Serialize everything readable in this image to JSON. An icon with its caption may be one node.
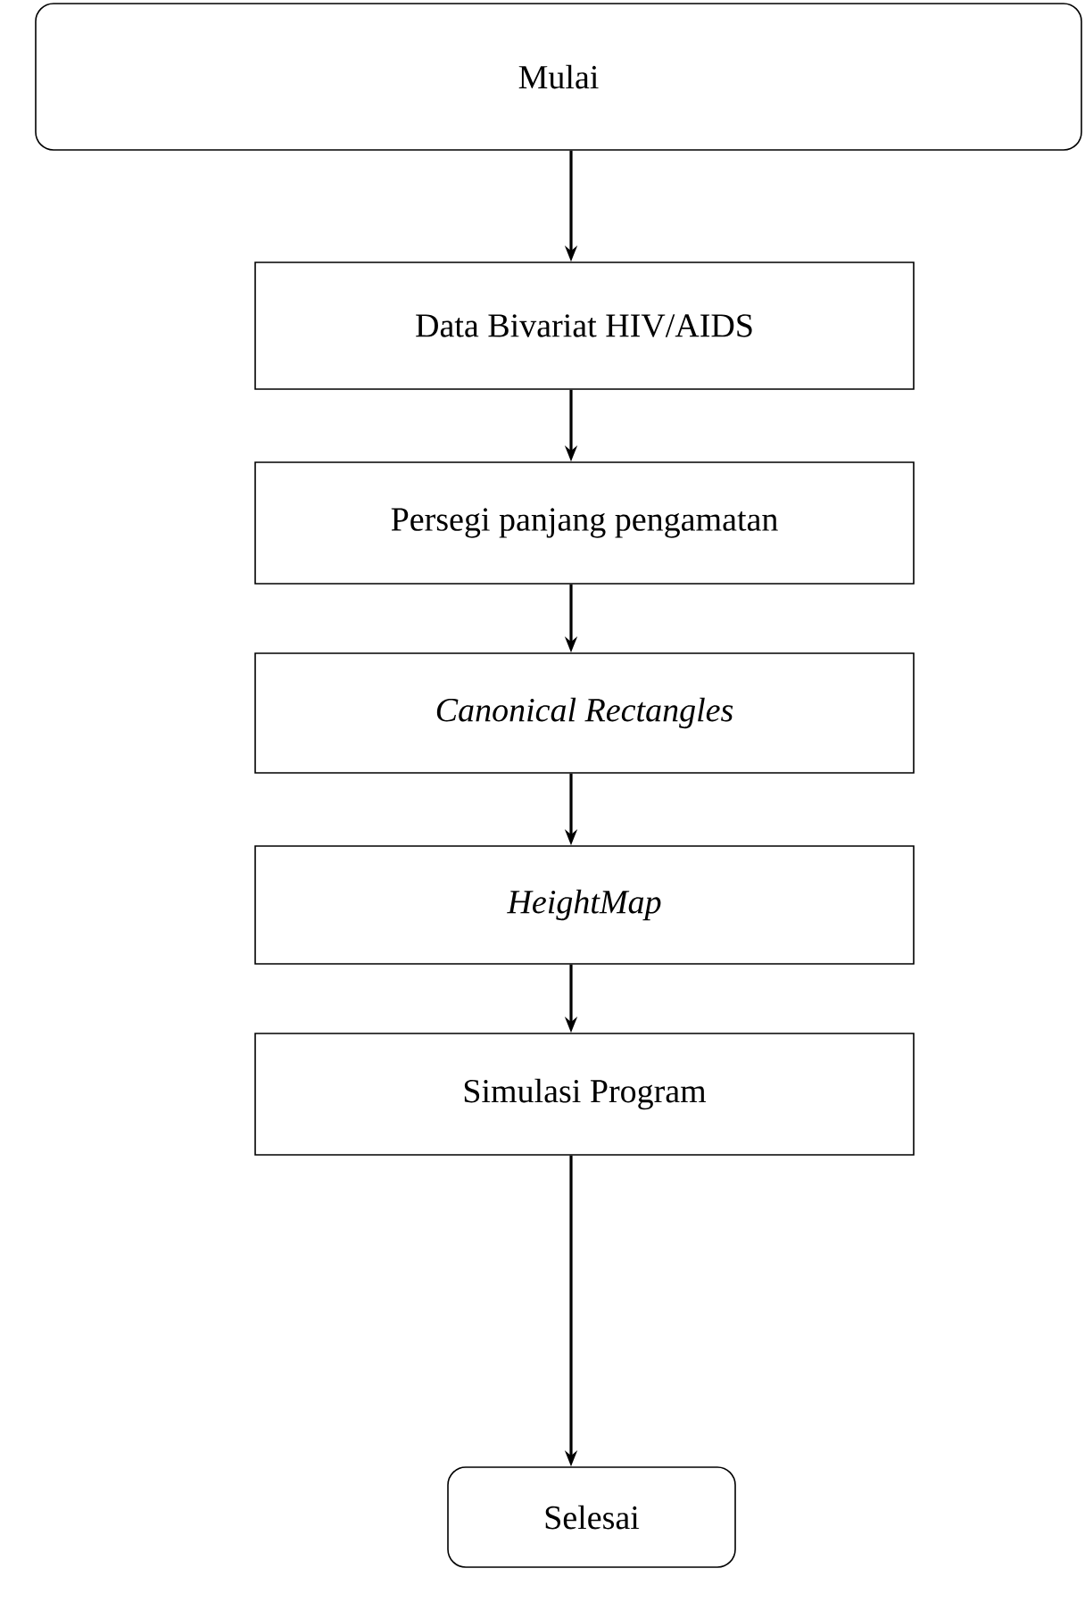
{
  "diagram": {
    "nodes": [
      {
        "text": [
          "Mulai"
        ]
      },
      {
        "text": [
          "Data Bivariat HIV/AIDS"
        ]
      },
      {
        "text": [
          "Persegi panjang pengamatan"
        ]
      },
      {
        "text": [
          "Canonical Rectangles"
        ]
      },
      {
        "text": [
          "HeightMap"
        ]
      },
      {
        "text": [
          "Simulasi Program"
        ]
      },
      {
        "text": [
          "Selesai"
        ]
      }
    ],
    "edges": [
      {
        "from": 0,
        "to": 1,
        "arrow": "to"
      },
      {
        "from": 1,
        "to": 2,
        "arrow": "to"
      },
      {
        "from": 2,
        "to": 3,
        "arrow": "to"
      },
      {
        "from": 3,
        "to": 4,
        "arrow": "to"
      },
      {
        "from": 4,
        "to": 5,
        "arrow": "to"
      },
      {
        "from": 5,
        "to": 6,
        "arrow": "to"
      }
    ]
  }
}
